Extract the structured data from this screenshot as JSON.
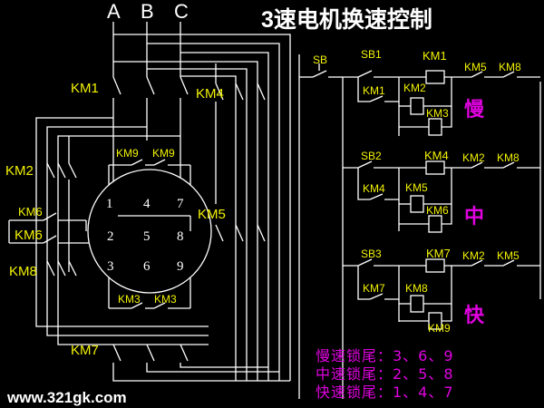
{
  "title": "3速电机换速控制",
  "phases": {
    "a": "A",
    "b": "B",
    "c": "C"
  },
  "motor_terminals": [
    "1",
    "2",
    "3",
    "4",
    "5",
    "6",
    "7",
    "8",
    "9"
  ],
  "contactors": {
    "km1": "KM1",
    "km2": "KM2",
    "km3": "KM3",
    "km4": "KM4",
    "km5": "KM5",
    "km6": "KM6",
    "km7": "KM7",
    "km8": "KM8",
    "km9": "KM9"
  },
  "buttons": {
    "sb": "SB",
    "sb1": "SB1",
    "sb2": "SB2",
    "sb3": "SB3"
  },
  "speeds": {
    "slow": "慢",
    "mid": "中",
    "fast": "快"
  },
  "lock_notes": [
    "慢速锁尾：3、6、9",
    "中速锁尾：2、5、8",
    "快速锁尾：1、4、7"
  ],
  "website": "www.321gk.com",
  "colors": {
    "background": "#000000",
    "wire": "#ffffff",
    "label": "#f2f200",
    "speed_text": "#e000e0"
  }
}
